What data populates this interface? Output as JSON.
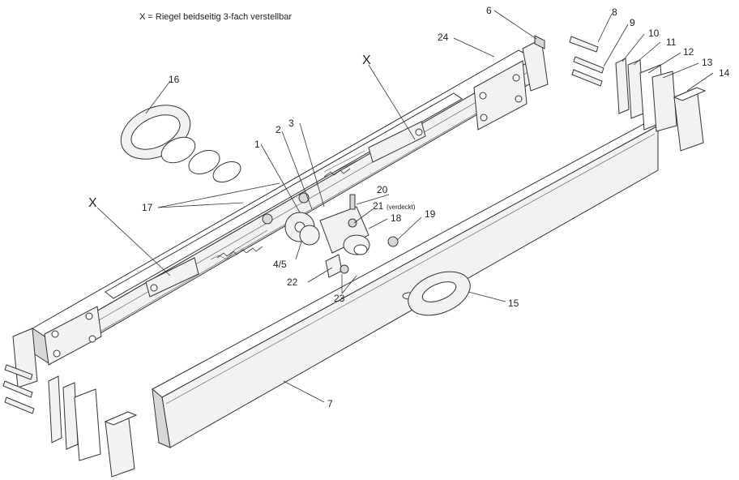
{
  "header": "X = Riegel beidseitig 3-fach verstellbar",
  "labels": {
    "l1": "1",
    "l2": "2",
    "l3": "3",
    "l45": "4/5",
    "l6": "6",
    "l7": "7",
    "l8": "8",
    "l9": "9",
    "l10": "10",
    "l11": "11",
    "l12": "12",
    "l13": "13",
    "l14": "14",
    "l15": "15",
    "l16": "16",
    "l17": "17",
    "l18": "18",
    "l19": "19",
    "l20": "20",
    "l21": "21",
    "l21note": "(verdeckt)",
    "l22": "22",
    "l23": "23",
    "l24": "24",
    "x1": "X",
    "x2": "X"
  }
}
